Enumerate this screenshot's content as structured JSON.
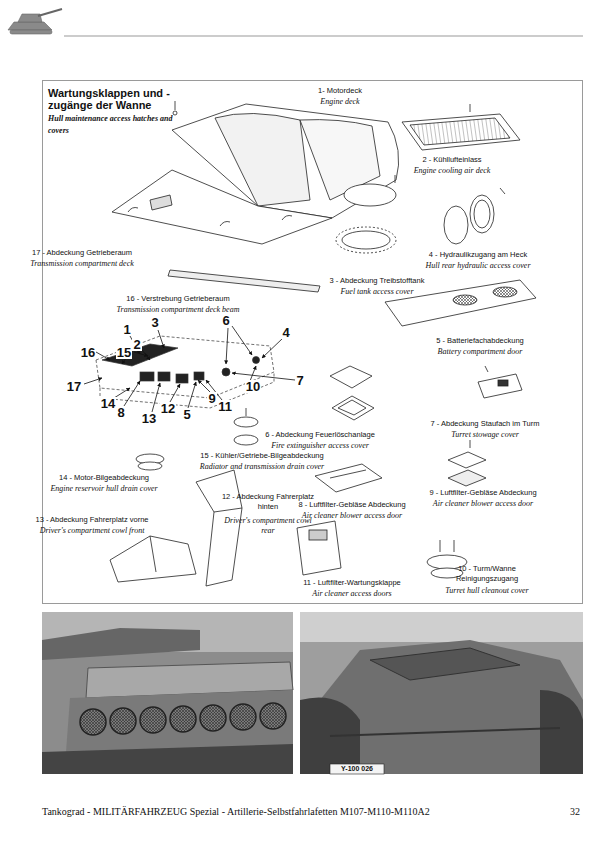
{
  "diagram": {
    "nodes": [
      {
        "text": [
          "Wartungsklappen und -zugänge der Wanne",
          "Hull maintenance access hatches and covers"
        ]
      }
    ],
    "labels": [
      "1- Motordeck",
      "Engine deck",
      "2 - Kühllufteinlass",
      "Engine cooling air deck",
      "3 - Abdeckung Treibstofftank",
      "Fuel tank access cover",
      "4 - Hydraulikzugang am Heck",
      "Hull rear hydraulic access cover",
      "5 - Batteriefachabdeckung",
      "Battery compartment door",
      "6 - Abdeckung Feuerlöschanlage",
      "Fire extinguisher access cover",
      "7 - Abdeckung Staufach im Turm",
      "Turret stowage cover",
      "8 - Luftfilter-Gebläse Abdeckung",
      "Air cleaner blower access door",
      "9 - Luftfilter-Gebläse Abdeckung",
      "Air cleaner blower access door",
      "10 - Turm/Wanne Reinigungszugang",
      "Turret hull cleanout cover",
      "11 - Luftfilter-Wartungsklappe",
      "Air cleaner access doors",
      "12 - Abdeckung Fahrerplatz hinten",
      "Driver's compartment cowl rear",
      "13 - Abdeckung Fahrerplatz vorne",
      "Driver's compartment cowl front",
      "14 - Motor-Bilgeabdeckung",
      "Engine reservoir hull drain cover",
      "15 - Kühler/Getriebe-Bilgeabdeckung",
      "Radiator and transmission drain cover",
      "16 - Verstrebung Getrieberaum",
      "Transmission compartment deck beam",
      "17 - Abdeckung Getrieberaum",
      "Transmission compartment deck",
      "1",
      "2",
      "3",
      "4",
      "5",
      "6",
      "7",
      "8",
      "9",
      "10",
      "11",
      "12",
      "13",
      "14",
      "15",
      "16",
      "17",
      "Y-100 026",
      "Tankograd - MILITÄRFAHRZEUG Spezial - Artillerie-Selbstfahrlafetten M107-M110-M110A2",
      "32"
    ]
  }
}
